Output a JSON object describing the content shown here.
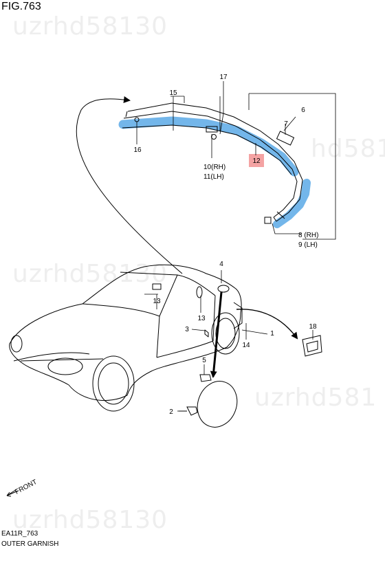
{
  "header": {
    "figure_title": "FIG.763"
  },
  "watermark": {
    "text": "uzrhd58130",
    "partial_text": "uzrhd581",
    "partial_text_short": "hd581"
  },
  "callouts": {
    "p1": "1",
    "p2": "2",
    "p3": "3",
    "p4": "4",
    "p5": "5",
    "p6": "6",
    "p7": "7",
    "p8": "8 (RH)",
    "p9": "9 (LH)",
    "p10": "10(RH)",
    "p11": "11(LH)",
    "p12": "12",
    "p13a": "13",
    "p13b": "13",
    "p14": "14",
    "p15": "15",
    "p16": "16",
    "p17": "17",
    "p18": "18",
    "front": "FRONT"
  },
  "highlight": {
    "color": "#5aa9e6",
    "tag_color": "#f4a3a3"
  },
  "footer": {
    "code": "EA11R_763",
    "caption": "OUTER GARNISH"
  }
}
